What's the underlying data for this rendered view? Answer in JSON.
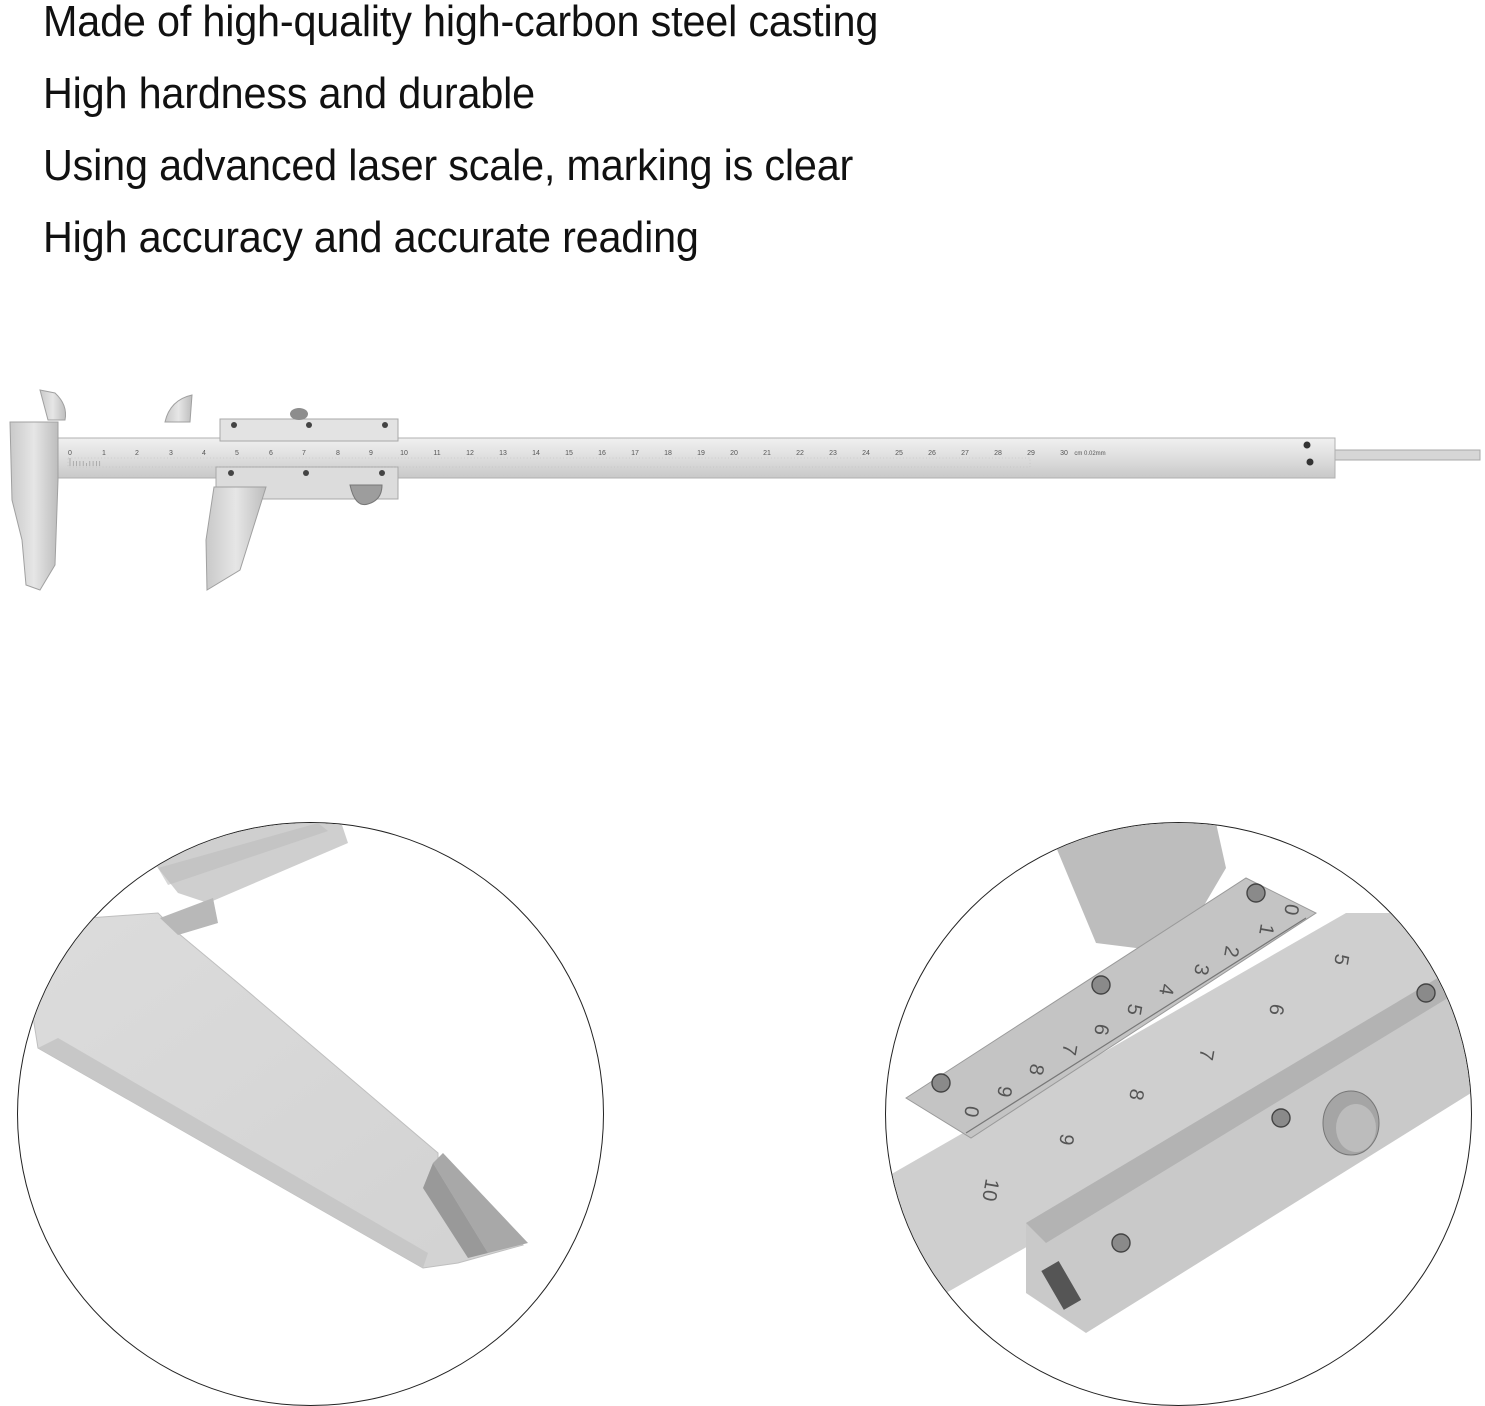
{
  "features": [
    "Made of high-quality high-carbon steel casting",
    "High hardness and durable",
    "Using advanced laser scale, marking is clear",
    "High accuracy and accurate reading"
  ],
  "caliper": {
    "main_scale_numbers": [
      "0",
      "1",
      "2",
      "3",
      "4",
      "5",
      "6",
      "7",
      "8",
      "9",
      "10",
      "11",
      "12",
      "13",
      "14",
      "15",
      "16",
      "17",
      "18",
      "19",
      "20",
      "21",
      "22",
      "23",
      "24",
      "25",
      "26",
      "27",
      "28",
      "29",
      "30"
    ],
    "unit_label": "cm 0.02mm",
    "colors": {
      "steel_light": "#e4e4e4",
      "steel_mid": "#cfcfcf",
      "steel_dark": "#a9a9a9",
      "outline": "#9a9a9a"
    }
  },
  "details": {
    "left": {
      "subject": "outside-jaw-tip-closeup"
    },
    "right": {
      "subject": "vernier-scale-closeup",
      "vernier_numbers": [
        "0",
        "1",
        "2",
        "3",
        "4",
        "5",
        "6",
        "7",
        "8",
        "9",
        "0"
      ],
      "main_numbers": [
        "5",
        "6",
        "7",
        "8",
        "9",
        "10"
      ]
    }
  }
}
